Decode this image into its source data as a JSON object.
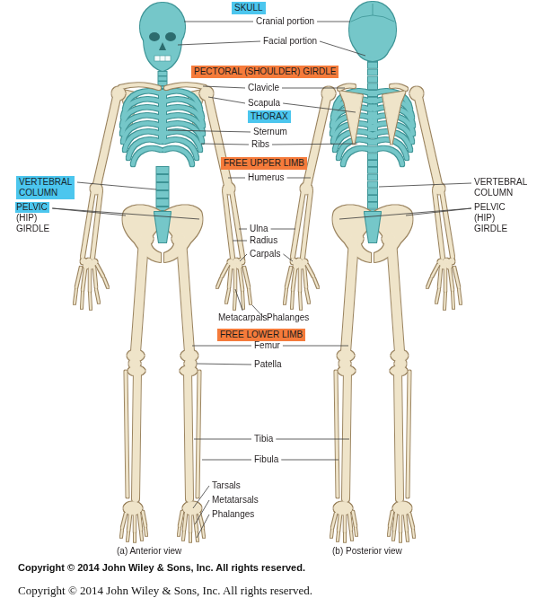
{
  "diagram": {
    "nodes": [
      {
        "text": [
          "SKULL"
        ]
      },
      {
        "text": [
          "PECTORAL (SHOULDER) GIRDLE"
        ]
      },
      {
        "text": [
          "THORAX"
        ]
      },
      {
        "text": [
          "FREE UPPER LIMB"
        ]
      },
      {
        "text": [
          "VERTEBRAL COLUMN"
        ]
      },
      {
        "text": [
          "FREE LOWER LIMB"
        ]
      }
    ],
    "labels": [
      "Cranial portion",
      "Facial portion",
      "Clavicle",
      "Scapula",
      "Sternum",
      "Ribs",
      "Humerus",
      "VERTEBRAL COLUMN",
      "PELVIC (HIP) GIRDLE",
      "PELVIC (HIP) GIRDLE",
      "Ulna",
      "Radius",
      "Carpals",
      "Metacarpals",
      "Phalanges",
      "Femur",
      "Patella",
      "Tibia",
      "Fibula",
      "Tarsals",
      "Metatarsals",
      "Phalanges",
      "(a) Anterior view",
      "(b) Posterior view",
      "Copyright © 2014 John Wiley & Sons, Inc. All rights reserved.",
      "Copyright © 2014 John Wiley & Sons, Inc. All rights reserved."
    ]
  }
}
